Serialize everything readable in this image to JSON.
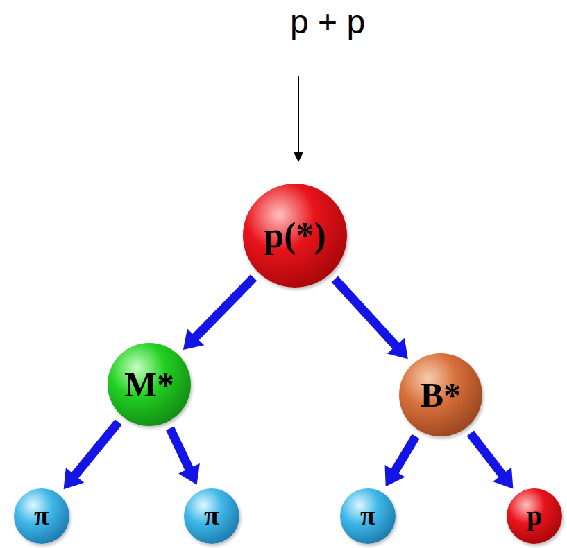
{
  "diagram": {
    "nodes": [
      {
        "text": [
          "p(*)"
        ]
      },
      {
        "text": [
          "M*"
        ]
      },
      {
        "text": [
          "B*"
        ]
      },
      {
        "text": [
          "π"
        ]
      },
      {
        "text": [
          "π"
        ]
      },
      {
        "text": [
          "π"
        ]
      },
      {
        "text": [
          "p"
        ]
      }
    ],
    "edges": [
      {
        "from": 0,
        "to": 1,
        "arrow": "to"
      },
      {
        "from": 0,
        "to": 2,
        "arrow": "to"
      },
      {
        "from": 1,
        "to": 3,
        "arrow": "to"
      },
      {
        "from": 1,
        "to": 4,
        "arrow": "to"
      },
      {
        "from": 2,
        "to": 5,
        "arrow": "to"
      },
      {
        "from": 2,
        "to": 6,
        "arrow": "to"
      }
    ],
    "labels": [
      "p + p"
    ]
  }
}
